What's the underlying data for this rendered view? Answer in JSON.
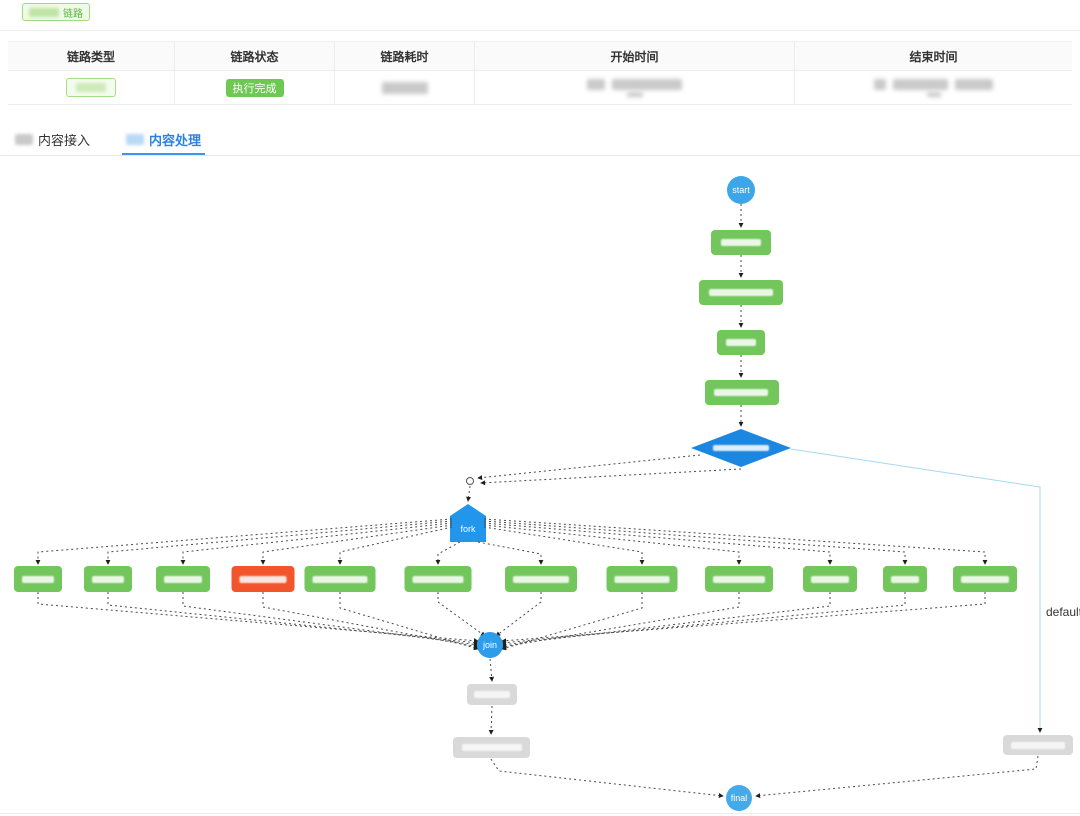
{
  "page": {
    "top_badge_suffix": "链路"
  },
  "table": {
    "headers": [
      "链路类型",
      "链路状态",
      "链路耗时",
      "开始时间",
      "结束时间"
    ],
    "row": {
      "type_redacted": true,
      "status_badge": "执行完成",
      "duration_redacted": true,
      "start_time_redacted": true,
      "end_time_redacted": true
    }
  },
  "tabs": {
    "tab1": "内容接入",
    "tab2": "内容处理",
    "active": "tab2"
  },
  "flowchart": {
    "start_label": "start",
    "fork_label": "fork",
    "join_label": "join",
    "final_label": "final",
    "default_edge_label": "default",
    "chain_nodes_redacted": 4,
    "decision_node_redacted": true,
    "branches": [
      {
        "status": "success"
      },
      {
        "status": "success"
      },
      {
        "status": "success"
      },
      {
        "status": "failed"
      },
      {
        "status": "success"
      },
      {
        "status": "success"
      },
      {
        "status": "success"
      },
      {
        "status": "success"
      },
      {
        "status": "success"
      },
      {
        "status": "success"
      },
      {
        "status": "success"
      },
      {
        "status": "success"
      }
    ],
    "pending_nodes_redacted": 3,
    "colors": {
      "success": "#72c65b",
      "failed": "#f2552c",
      "pending": "#d9d9d9",
      "circle_blue": "#3ba6ea",
      "diamond_blue": "#1b87e0",
      "fork_blue": "#2196ea",
      "default_edge": "#a5d7f2"
    }
  }
}
